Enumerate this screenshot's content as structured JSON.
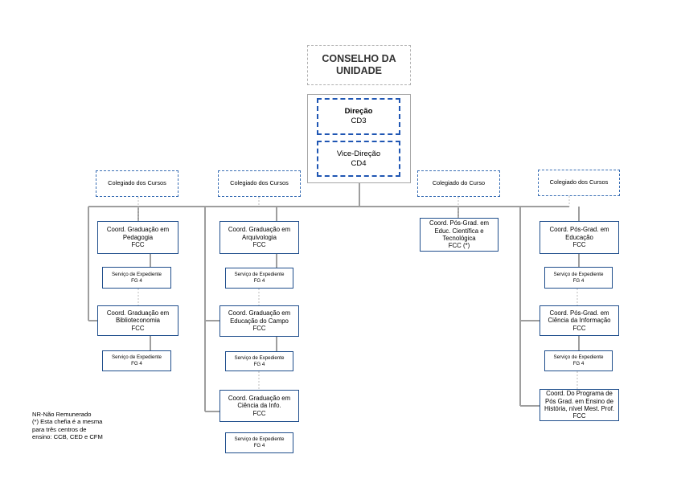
{
  "council": {
    "line1": "CONSELHO DA",
    "line2": "UNIDADE"
  },
  "direction": {
    "director": {
      "title": "Direção",
      "code": "CD3"
    },
    "vice": {
      "title": "Vice-Direção",
      "code": "CD4"
    }
  },
  "colegiados": [
    "Colegiado dos Cursos",
    "Colegiado dos Cursos",
    "Colegiado do Curso",
    "Colegiado dos Cursos"
  ],
  "units": {
    "pedagogia": [
      "Coord. Graduação em",
      "Pedagogia",
      "FCC"
    ],
    "biblioteconomia": [
      "Coord. Graduação em",
      "Biblioteconomia",
      "FCC"
    ],
    "arquivologia": [
      "Coord. Graduação em",
      "Arquivologia",
      "FCC"
    ],
    "educ_campo": [
      "Coord. Graduação em",
      "Educação do Campo",
      "FCC"
    ],
    "ciencia_info": [
      "Coord. Graduação em",
      "Ciência da Info.",
      "FCC"
    ],
    "pos_ect": [
      "Coord. Pós-Grad. em",
      "Educ. Científica e",
      "Tecnológica",
      "FCC (*)"
    ],
    "pos_educacao": [
      "Coord. Pós-Grad. em",
      "Educação",
      "FCC"
    ],
    "pos_ci": [
      "Coord. Pós-Grad. em",
      "Ciência da Informação",
      "FCC"
    ],
    "pos_historia": [
      "Coord. Do Programa de",
      "Pós Grad. em Ensino de",
      "História, nível Mest. Prof.",
      "FCC"
    ]
  },
  "expediente": {
    "label": "Serviço de Expediente",
    "code": "FG 4"
  },
  "notes": [
    "NR-Não Remunerado",
    "(*) Esta chefia é a mesma",
    "para três centros de",
    "ensino: CCB, CED e CFM"
  ]
}
